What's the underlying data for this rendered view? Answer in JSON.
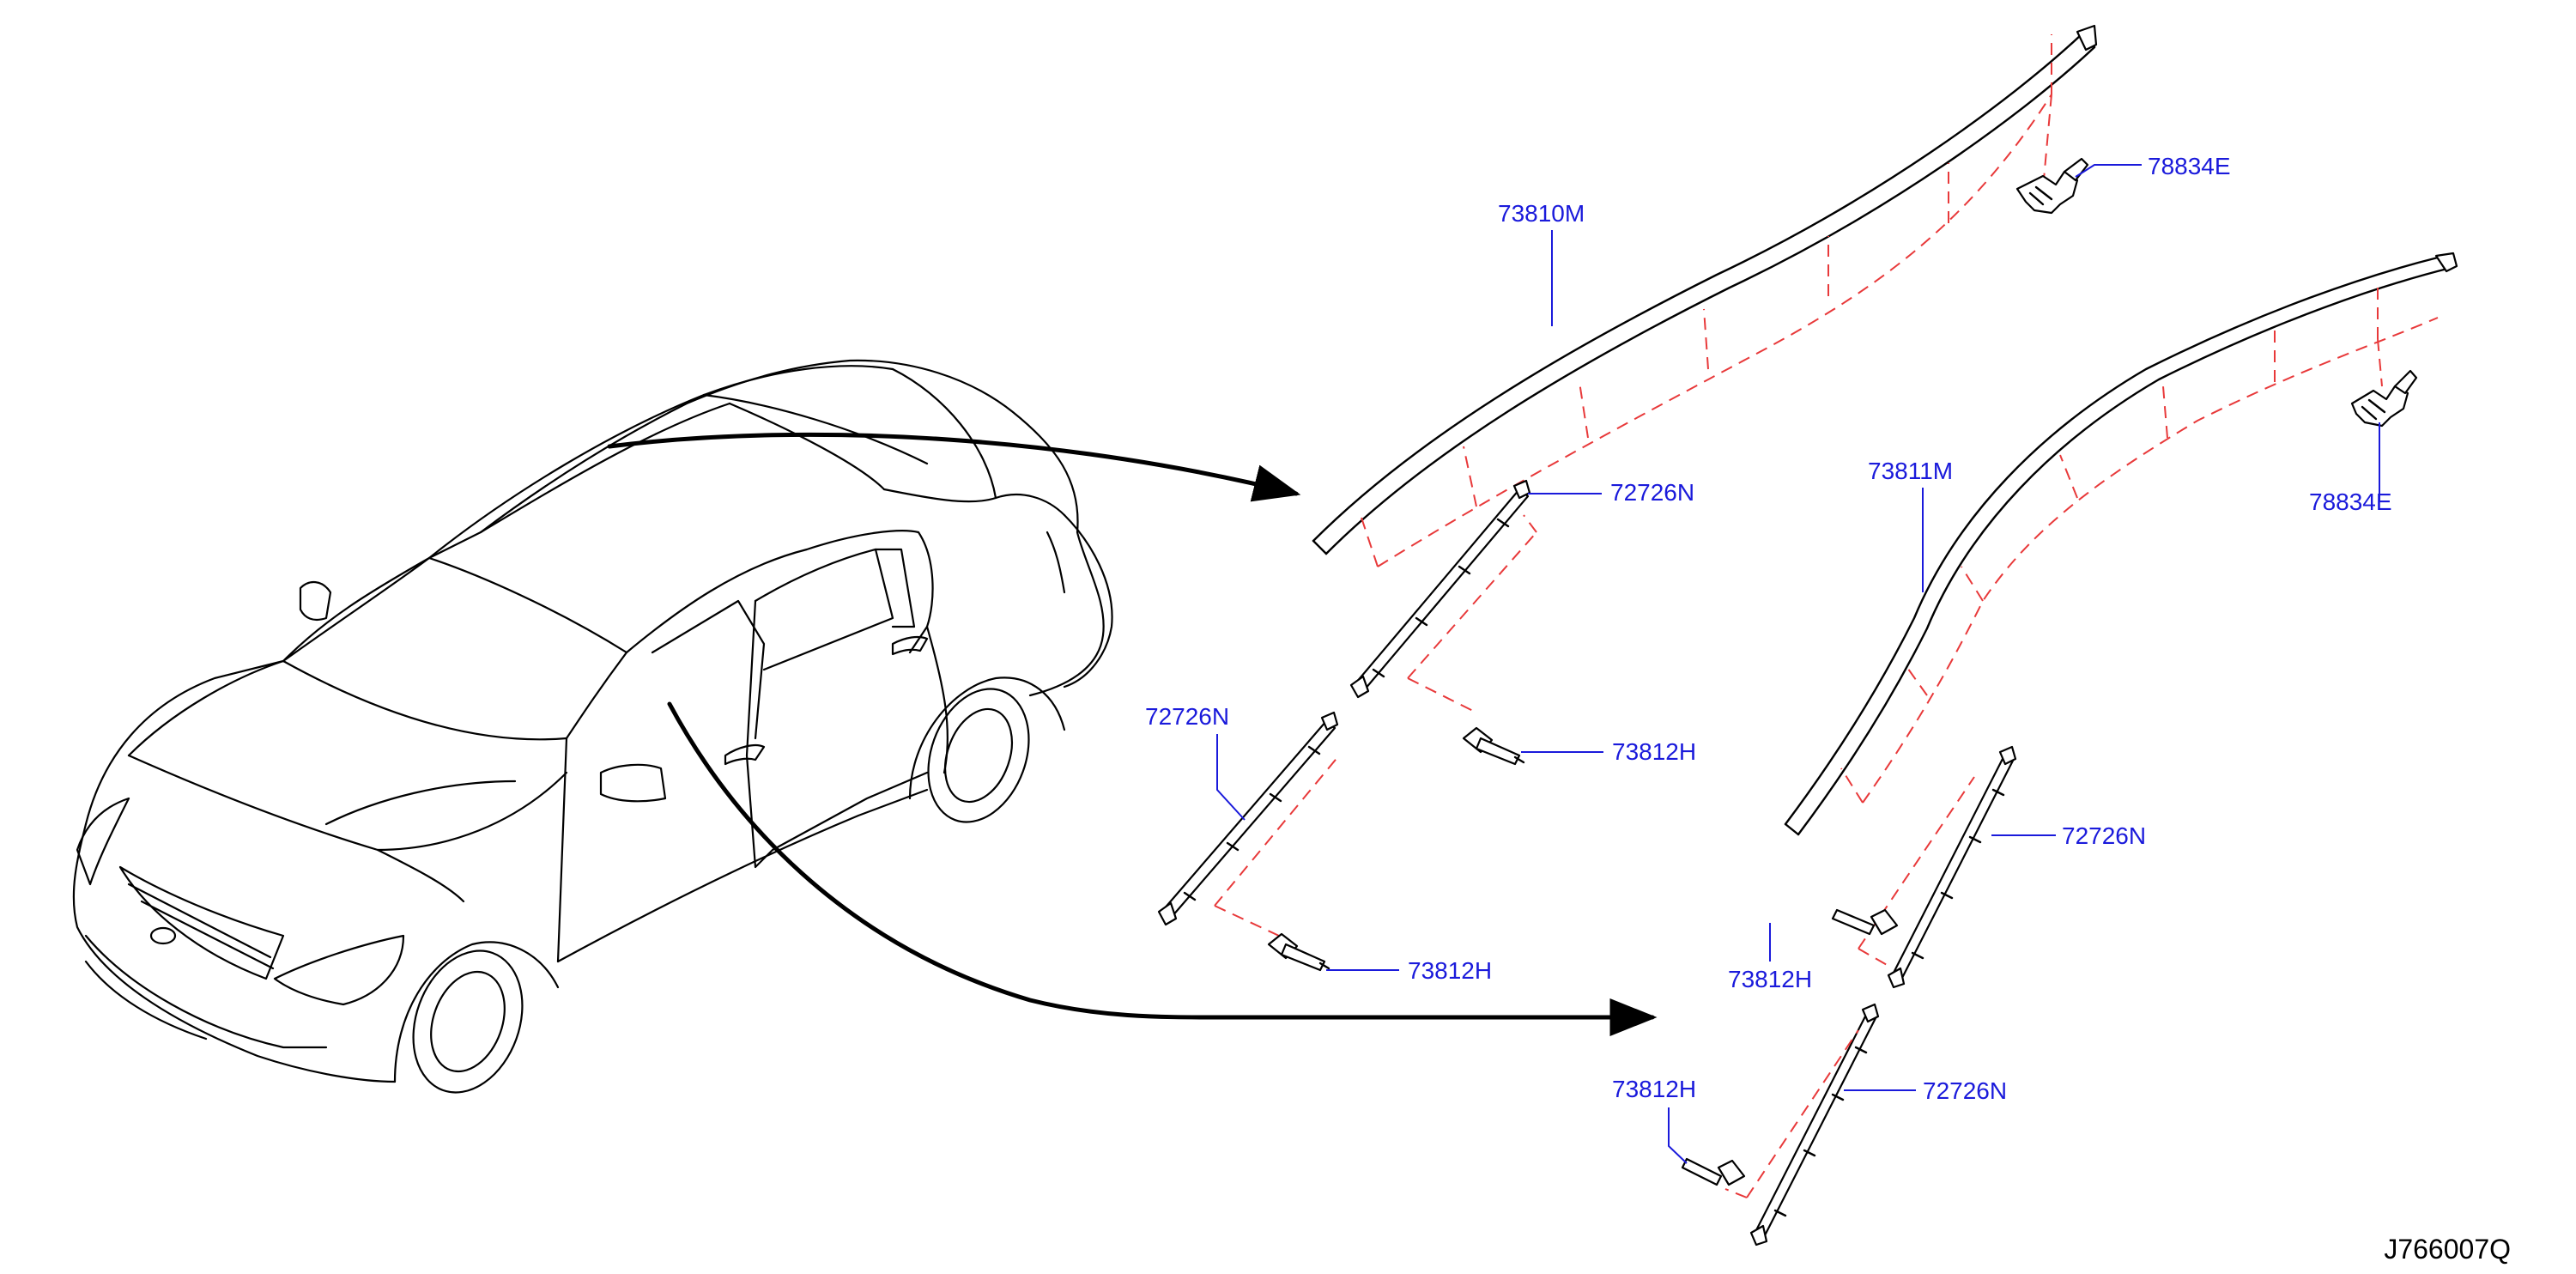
{
  "diagram_code": "J766007Q",
  "colors": {
    "label": "#1a1adb",
    "dash": "#e8393a",
    "line": "#000000"
  },
  "parts": [
    {
      "id": "p-73810M",
      "number": "73810M"
    },
    {
      "id": "p-78834E-a",
      "number": "78834E"
    },
    {
      "id": "p-73811M",
      "number": "73811M"
    },
    {
      "id": "p-78834E-b",
      "number": "78834E"
    },
    {
      "id": "p-72726N-a",
      "number": "72726N"
    },
    {
      "id": "p-72726N-b",
      "number": "72726N"
    },
    {
      "id": "p-72726N-c",
      "number": "72726N"
    },
    {
      "id": "p-72726N-d",
      "number": "72726N"
    },
    {
      "id": "p-73812H-a",
      "number": "73812H"
    },
    {
      "id": "p-73812H-b",
      "number": "73812H"
    },
    {
      "id": "p-73812H-c",
      "number": "73812H"
    },
    {
      "id": "p-73812H-d",
      "number": "73812H"
    }
  ]
}
